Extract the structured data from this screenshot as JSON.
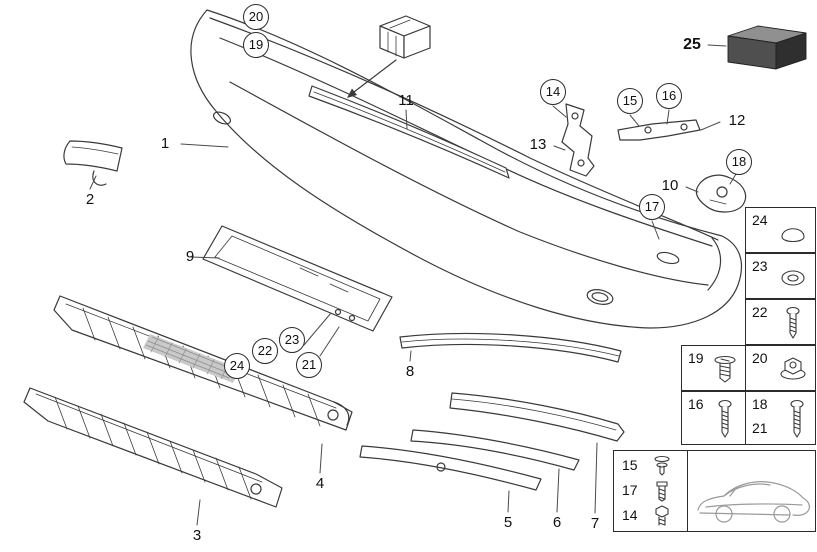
{
  "colors": {
    "background": "#ffffff",
    "line": "#3a3a3a",
    "label_text": "#111111",
    "box25_front": "#4f4f4f",
    "box25_top": "#909090",
    "box25_side": "#2f2f2f",
    "car_line": "#9a9a9a",
    "mesh_fill": "#c9c9c9"
  },
  "callouts": {
    "circled": {
      "c14": "14",
      "c15": "15",
      "c16": "16",
      "c17": "17",
      "c18": "18",
      "c19": "19",
      "c20": "20",
      "c21": "21",
      "c22": "22",
      "c23": "23",
      "c24": "24"
    },
    "plain": {
      "p1": "1",
      "p2": "2",
      "p3": "3",
      "p4": "4",
      "p5": "5",
      "p6": "6",
      "p7": "7",
      "p8": "8",
      "p9": "9",
      "p10": "10",
      "p11": "11",
      "p12": "12",
      "p13": "13",
      "p25": "25"
    }
  },
  "legend": {
    "l24": "24",
    "l23": "23",
    "l22": "22",
    "l19": "19",
    "l20": "20",
    "l16": "16",
    "l18": "18",
    "l21": "21",
    "l15": "15",
    "l17": "17",
    "l14": "14"
  },
  "icons": {
    "cell24": "cap-plug-icon",
    "cell23": "grommet-icon",
    "cell22": "screw-icon",
    "cell19": "expanding-rivet-icon",
    "cell20": "flange-nut-icon",
    "cell16": "screw-icon",
    "cell18_21": "screw-icon",
    "row15": "push-rivet-icon",
    "row17": "bolt-icon",
    "row14": "hex-bolt-icon",
    "car": "car-thumbnail"
  }
}
